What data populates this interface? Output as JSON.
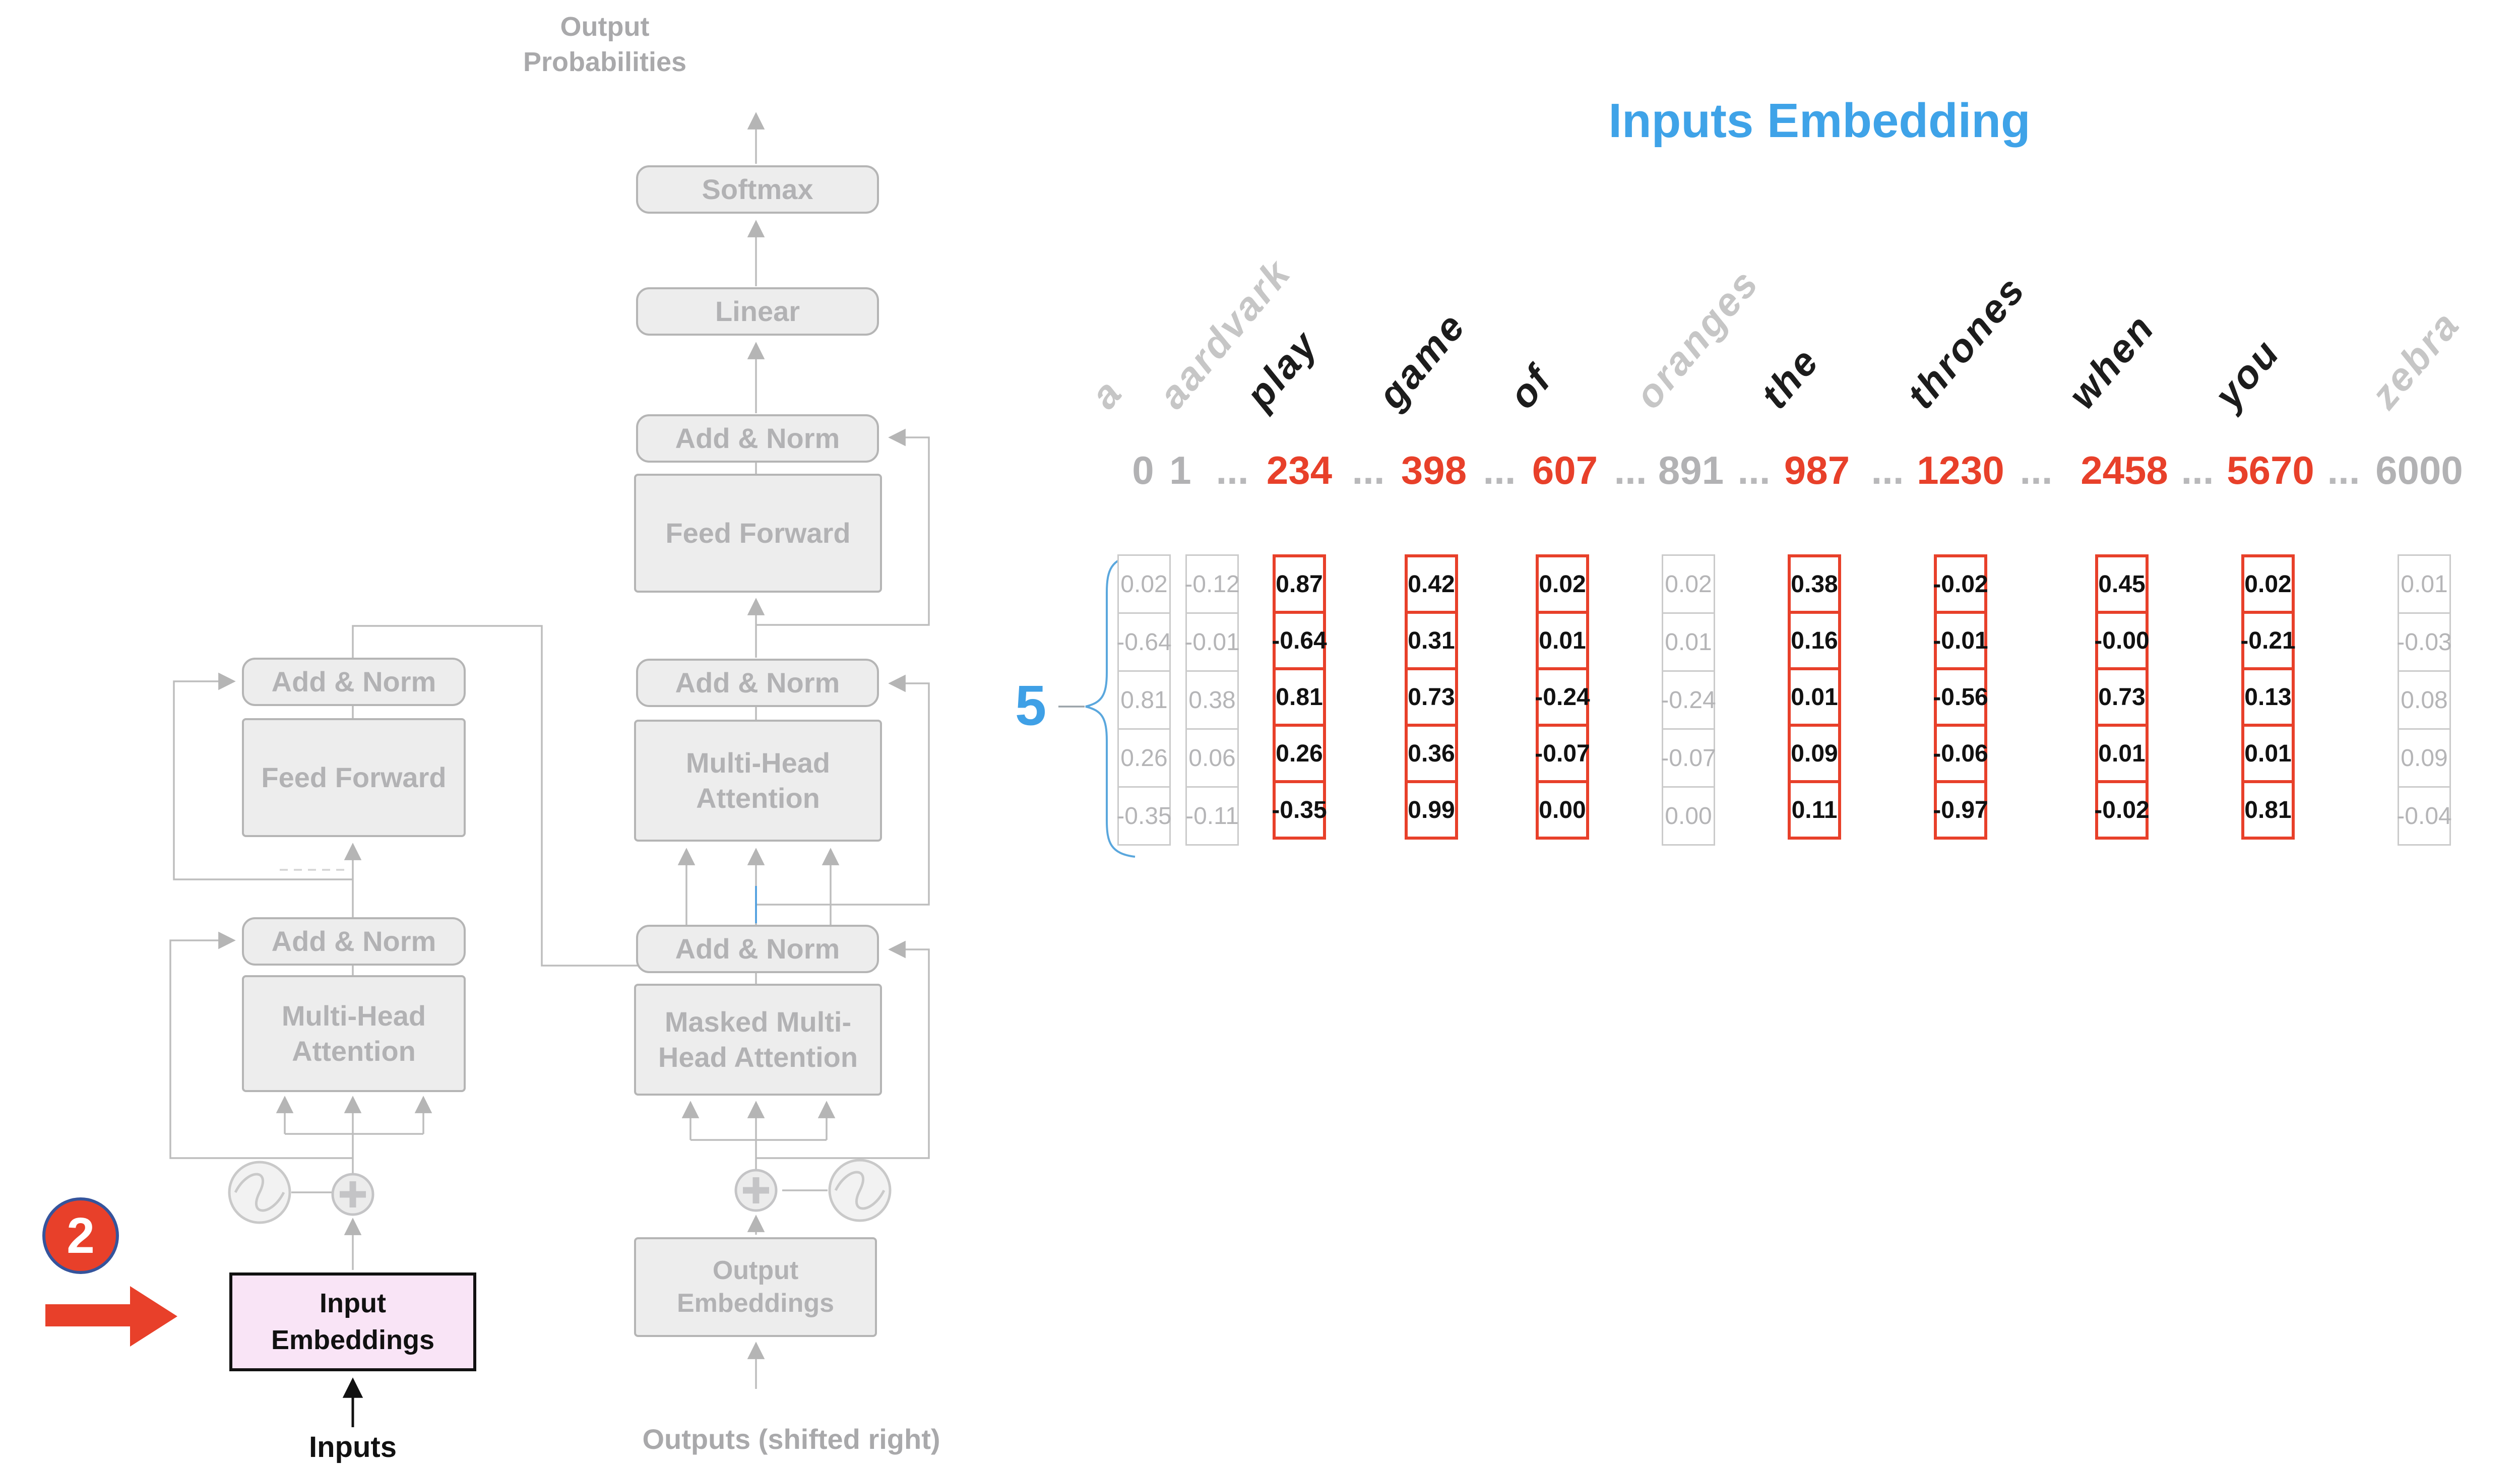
{
  "title": "Inputs Embedding",
  "badge": {
    "number": "2"
  },
  "brace_label": "5",
  "ellipsis": "...",
  "colors": {
    "accent_blue": "#3fa3e8",
    "highlight_red": "#e8402a",
    "badge_border_blue": "#35549c",
    "muted_gray": "#b5b5b7",
    "pink_fill": "#f9e4f6"
  },
  "diagram": {
    "output_probabilities": "Output\nProbabilities",
    "softmax": "Softmax",
    "linear": "Linear",
    "add_norm": "Add & Norm",
    "feed_forward": "Feed Forward",
    "multi_head_attention": "Multi-Head\nAttention",
    "masked_multi_head_attention": "Masked Multi-\nHead Attention",
    "input_embeddings": "Input\nEmbeddings",
    "output_embeddings": "Output\nEmbeddings",
    "inputs": "Inputs",
    "outputs_shifted": "Outputs (shifted right)"
  },
  "chart_data": {
    "type": "table",
    "title": "Inputs Embedding",
    "vector_dim_label": "5",
    "columns": [
      "word",
      "token_id",
      "embedding_vector"
    ],
    "tokens": [
      {
        "word": "a",
        "id": "0",
        "highlighted": false,
        "values": [
          "0.02",
          "-0.64",
          "0.81",
          "0.26",
          "-0.35"
        ]
      },
      {
        "word": "aardvark",
        "id": "1",
        "highlighted": false,
        "values": [
          "-0.12",
          "-0.01",
          "0.38",
          "0.06",
          "-0.11"
        ]
      },
      {
        "word": "play",
        "id": "234",
        "highlighted": true,
        "values": [
          "0.87",
          "-0.64",
          "0.81",
          "0.26",
          "-0.35"
        ]
      },
      {
        "word": "game",
        "id": "398",
        "highlighted": true,
        "values": [
          "0.42",
          "0.31",
          "0.73",
          "0.36",
          "0.99"
        ]
      },
      {
        "word": "of",
        "id": "607",
        "highlighted": true,
        "values": [
          "0.02",
          "0.01",
          "-0.24",
          "-0.07",
          "0.00"
        ]
      },
      {
        "word": "oranges",
        "id": "891",
        "highlighted": false,
        "values": [
          "0.02",
          "0.01",
          "-0.24",
          "-0.07",
          "0.00"
        ]
      },
      {
        "word": "the",
        "id": "987",
        "highlighted": true,
        "values": [
          "0.38",
          "0.16",
          "0.01",
          "0.09",
          "0.11"
        ]
      },
      {
        "word": "thrones",
        "id": "1230",
        "highlighted": true,
        "values": [
          "-0.02",
          "-0.01",
          "-0.56",
          "-0.06",
          "-0.97"
        ]
      },
      {
        "word": "when",
        "id": "2458",
        "highlighted": true,
        "values": [
          "0.45",
          "-0.00",
          "0.73",
          "0.01",
          "-0.02"
        ]
      },
      {
        "word": "you",
        "id": "5670",
        "highlighted": true,
        "values": [
          "0.02",
          "-0.21",
          "0.13",
          "0.01",
          "0.81"
        ]
      },
      {
        "word": "zebra",
        "id": "6000",
        "highlighted": false,
        "values": [
          "0.01",
          "-0.03",
          "0.08",
          "0.09",
          "-0.04"
        ]
      }
    ]
  }
}
